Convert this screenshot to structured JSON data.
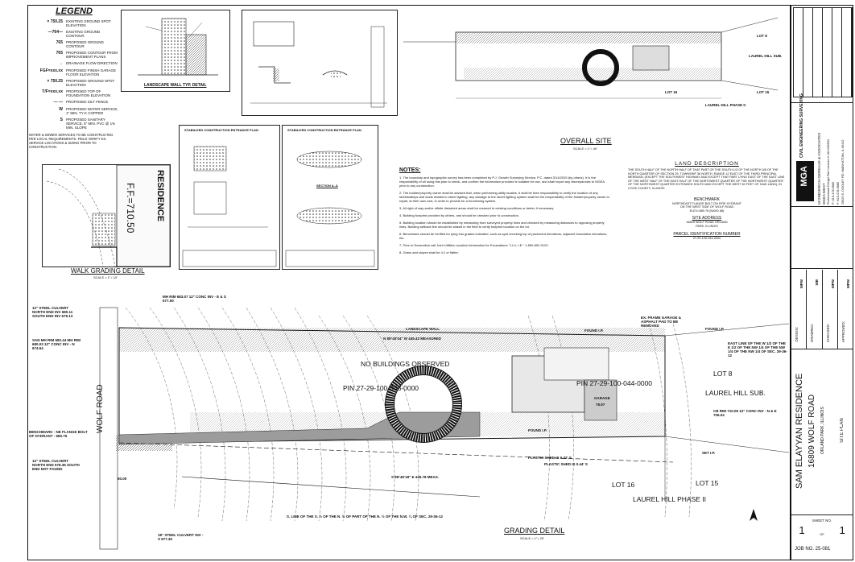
{
  "legend": {
    "title": "LEGEND",
    "items": [
      {
        "sym": "× 750.25",
        "text": "EXISTING GROUND SPOT ELEVATION"
      },
      {
        "sym": "—764—",
        "text": "EXISTING GROUND CONTOUR"
      },
      {
        "sym": "765",
        "text": "PROPOSED GROUND CONTOUR"
      },
      {
        "sym": "765",
        "text": "PROPOSED CONTOUR FROM IMPROVEMENT PLANS"
      },
      {
        "sym": "→",
        "text": "DRAINAGE FLOW DIRECTION"
      },
      {
        "sym": "FGF=xxx.xx",
        "text": "PROPOSED FINISH GARAGE FLOOR ELEVATION"
      },
      {
        "sym": "× 750.25",
        "text": "PROPOSED GROUND SPOT ELEVATION"
      },
      {
        "sym": "T/F=xxx.xx",
        "text": "PROPOSED TOP OF FOUNDATION ELEVATION"
      },
      {
        "sym": "— —",
        "text": "PROPOSED SILT FENCE"
      },
      {
        "sym": "W",
        "text": "PROPOSED WATER SERVICE, 1\" MIN. TY K COPPER"
      },
      {
        "sym": "S",
        "text": "PROPOSED SANITARY SERVICE, 6\" MIN. PVC @ 1% MIN. SLOPE"
      }
    ],
    "footnote": "WATER & SEWER SERVICES TO BE CONSTRUCTED PER LOCAL REQUIREMENTS. FIELD VERIFY EX. SERVICE LOCATIONS & SIZING PRIOR TO CONSTRUCTION."
  },
  "details": {
    "landscape_wall": "LANDSCAPE WALL TYP. DETAIL",
    "entrance1": "STABILIZED CONSTRUCTION ENTRANCE PLAN",
    "entrance2": "STABILIZED CONSTRUCTION ENTRANCE PLAN",
    "walk_grading": "WALK GRADING DETAIL",
    "walk_scale": "SCALE = 1\"= 10'",
    "walk_residence": "RESIDENCE",
    "walk_ff": "F.F.=710.50",
    "section_a": "SECTION A–A"
  },
  "overall": {
    "title": "OVERALL SITE",
    "scale": "SCALE = 1\"= 40'",
    "lot8": "LOT 8",
    "laurel_sub": "LAUREL HILL SUB.",
    "lot16": "LOT 16",
    "lot15": "LOT 15",
    "laurel_ii": "LAUREL HILL PHASE II"
  },
  "notes": {
    "title": "NOTES:",
    "items": [
      "1. The boundary and topographic survey has been completed by P.J. Growth Surveying Service, P.C. dated 3/14/2025 (by others). It is the responsibility of all using this plan to check, and confirm the information provided is suitable for use, and shall report any discrepancies to MGEA prior to any construction.",
      "2. The builder/property owner shall be advised that, when performing utility locates, it shall be their responsibility to verify the location of any streets/alleys and ducts related to street lighting, any damage to the street lighting system shall be the responsibility of the builder/property owner to repair, at their own cost, in order to provide for a functioning system.",
      "3. All right of way and/or offsite disturbed areas shall be restored to existing conditions or better, if necessary.",
      "4. Building footprint provided by others, and should be checked prior to construction.",
      "5. Building location should be established by measuring from surveyed property lines and checked by measuring distances to opposing property lines. Building setback line should be staked in the field to verify footprint location on the lot.",
      "6. Benchmark should be verified for tying into grades indicated, such as spot checking top of pavement elevations, adjacent foundation elevations, etc.",
      "7. Prior to Excavation call Joint Utilities Location Information for Excavations \"J.U.L.I.E.\" 1-800-892-0123.",
      "8. Grass and slopes shall be 4:1 or flatter."
    ]
  },
  "land": {
    "title": "LAND DESCRIPTION",
    "text": "THE SOUTH HALF OF THE NORTH HALF OF THAT PART OF THE SOUTH 1/3 OF THE NORTH 3/8 OF THE NORTH QUARTER OF SECTION 29, TOWNSHIP 36 NORTH, RANGE 12 EAST OF THE THIRD PRINCIPAL MERIDIAN, (EXCEPT THE SOUTHWEST HIGHWAY AND EXCEPT THAT PART LYING EAST OF THE EAST LINE OF THE WEST HALF OF THE EAST HALF OF THE NORTHWEST QUARTER OF THE NORTHWEST QUARTER OF THE NORTHWEST QUARTER EXTENDED SOUTH AND EXCEPT THE WEST 50 FEET OF SAID LAND), IN COOK COUNTY, ILLINOIS",
    "benchmark_title": "BENCHMARK",
    "benchmark_text": "NORTHEAST FLANGE BOLT ON FIRE HYDRANT ON THE WEST SIDE OF WOLF ROAD ELEV=680.76 (NAVD 88)",
    "site_title": "SITE ADDRESS",
    "site_text": "16809 WOLF ROAD ORLAND PARK, ILLINOIS",
    "parcel_title": "PARCEL IDENTIFICATION NUMBER",
    "parcel_text": "27-29-100-044-0000"
  },
  "grading": {
    "title": "GRADING DETAIL",
    "scale": "SCALE = 1\"= 20'",
    "pin1": "PIN 27-29-100-043-0000",
    "pin2": "PIN 27-29-100-044-0000",
    "no_bldg": "NO BUILDINGS OBSERVED",
    "wolf_road": "WOLF ROAD",
    "lot8": "LOT 8",
    "laurel_sub": "LAUREL HILL SUB.",
    "lot16": "LOT 16",
    "lot15": "LOT 15",
    "laurel_ii": "LAUREL HILL PHASE II",
    "measured_top": "N 89°40'04\" W   445.43  MEASURED",
    "measured_bot": "S 89°46'18\" E   445.78 MEAS.",
    "s_line": "S. LINE OF THE S. ½ OF THE N. ½ OF PART OF THE N. ½ OF THE N.W. ¼ OF SEC. 29-36-12",
    "east_line": "EAST LINE OF THE W 1/2 OF THE E 1/2 OF THE NW 1/4 OF THE NW 1/4 OF THE NW 1/4 OF SEC. 29-36-12",
    "culvert1": "12\" STEEL CULVERT NORTH END INV 680.11 SOUTH END INV 679.13",
    "mh1": "MH RIM 683.07 12\" CONC INV - E & S 677.00",
    "san_mh": "SAN MH RIM 682.44 MH RIM 680.03 12\" CONC INV - N 674.64",
    "culvert2": "12\" STEEL CULVERT NORTH END 678.36 SOUTH END NOT FOUND",
    "culvert3": "18\" STEEL CULVERT INV - S 677.40",
    "benchmark_lbl": "BENCHMARK - NE FLANGE BOLT OF HYDRANT - 680.76",
    "cb_rim": "CB RIM 710.09 12\" CONC INV - N & E 706.04",
    "found_up1": "FOUND I.P.",
    "found_up2": "FOUND I.P.",
    "set_ip": "SET I.P.",
    "found_ip3": "FOUND I.P.",
    "plastic1": "PLASTIC SHED IS 0.32' S",
    "plastic2": "PLASTIC SHED IS 0.44' S",
    "ex_frame": "EX. FRAME GARAGE & ASPHALT PAD TO BE REMOVED",
    "garage": "GARAGE",
    "elev1": "78.97",
    "dim50": "50.00",
    "landscape_wall": "LANDSCAPE WALL"
  },
  "titleblock": {
    "firm_type": "CIVIL ENGINEERING SURVEYING",
    "firm_name": "M GINGERICH GEREAUX & ASSOCIATES",
    "firm_sub": "MGEA WEST",
    "firm_license": "Professional Design Firm License # 184-005503",
    "firm_phone": "P: 815-478-9680",
    "firm_fax": "F: 815-478-9685",
    "firm_addr": "25620 S. DOOLEY RD.  MANHATTAN, IL 60442",
    "logo": "MGA",
    "project_name": "SAM ELAYYAN RESIDENCE",
    "project_addr": "16809 WOLF ROAD",
    "project_city": "ORLAND PARK, ILLINOIS",
    "sheet_title": "SITE PLAN",
    "design_lbl": "DESIGN:",
    "design_val": "MPW",
    "drawing_lbl": "DRAWING:",
    "drawing_val": "WB",
    "checked_lbl": "CHECKED:",
    "checked_val": "MPW",
    "approved_lbl": "APPROVED:",
    "approved_val": "MPW",
    "sheet_no_lbl": "SHEET NO.",
    "sheet_no": "1",
    "sheet_of": "OF",
    "sheet_total": "1",
    "job_no": "JOB NO. 25-081"
  }
}
